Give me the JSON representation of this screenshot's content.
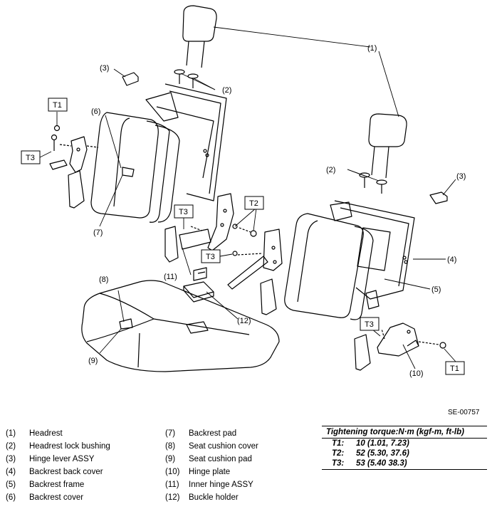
{
  "callouts": {
    "c1": "(1)",
    "c2a": "(2)",
    "c2b": "(2)",
    "c3a": "(3)",
    "c3b": "(3)",
    "c4": "(4)",
    "c5": "(5)",
    "c6": "(6)",
    "c7": "(7)",
    "c8": "(8)",
    "c9": "(9)",
    "c10": "(10)",
    "c11": "(11)",
    "c12": "(12)"
  },
  "torque_tags": {
    "t1a": "T1",
    "t1b": "T1",
    "t2": "T2",
    "t3a": "T3",
    "t3b": "T3",
    "t3c": "T3",
    "t3d": "T3"
  },
  "figure_ref": "SE-00757",
  "legend": [
    {
      "num": "(1)",
      "label": "Headrest"
    },
    {
      "num": "(2)",
      "label": "Headrest lock bushing"
    },
    {
      "num": "(3)",
      "label": "Hinge lever ASSY"
    },
    {
      "num": "(4)",
      "label": "Backrest back cover"
    },
    {
      "num": "(5)",
      "label": "Backrest frame"
    },
    {
      "num": "(6)",
      "label": "Backrest cover"
    },
    {
      "num": "(7)",
      "label": "Backrest pad"
    },
    {
      "num": "(8)",
      "label": "Seat cushion cover"
    },
    {
      "num": "(9)",
      "label": "Seat cushion pad"
    },
    {
      "num": "(10)",
      "label": "Hinge plate"
    },
    {
      "num": "(11)",
      "label": "Inner hinge ASSY"
    },
    {
      "num": "(12)",
      "label": "Buckle holder"
    }
  ],
  "torque_table": {
    "header": "Tightening torque:N·m (kgf-m, ft-lb)",
    "rows": [
      {
        "key": "T1:",
        "value": "10 (1.01, 7.23)"
      },
      {
        "key": "T2:",
        "value": "52 (5.30, 37.6)"
      },
      {
        "key": "T3:",
        "value": "53 (5.40 38.3)"
      }
    ]
  }
}
